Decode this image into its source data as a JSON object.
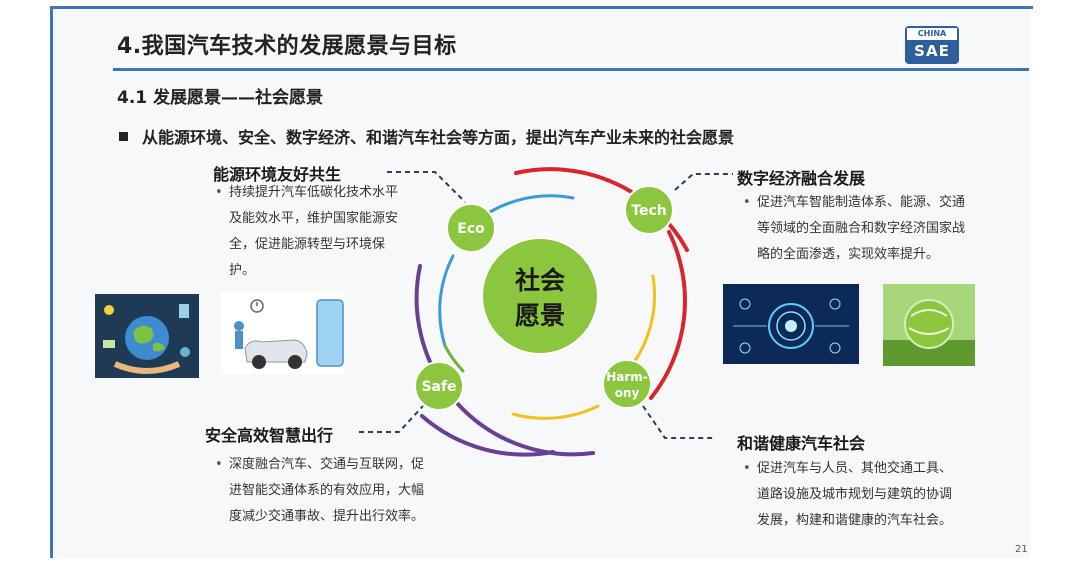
{
  "slide": {
    "title": "4.我国汽车技术的发展愿景与目标",
    "subtitle": "4.1 发展愿景——社会愿景",
    "main_bullet": "从能源环境、安全、数字经济、和谐汽车社会等方面，提出汽车产业未来的社会愿景",
    "page_number": "21"
  },
  "logo": {
    "top_text": "CHINA",
    "bottom_text": "SAE"
  },
  "center": {
    "line1": "社会",
    "line2": "愿景"
  },
  "nodes": {
    "eco": "Eco",
    "tech": "Tech",
    "safe": "Safe",
    "harmony_line1": "Harm-",
    "harmony_line2": "ony"
  },
  "sections": {
    "energy": {
      "title": "能源环境友好共生",
      "lines": [
        "持续提升汽车低碳化技术水平",
        "及能效水平，维护国家能源安",
        "全，促进能源转型与环境保",
        "护。"
      ]
    },
    "digital": {
      "title": "数字经济融合发展",
      "lines": [
        "促进汽车智能制造体系、能源、交通",
        "等领域的全面融合和数字经济国家战",
        "略的全面渗透，实现效率提升。"
      ]
    },
    "safety": {
      "title": "安全高效智慧出行",
      "lines": [
        "深度融合汽车、交通与互联网，促",
        "进智能交通体系的有效应用，大幅",
        "度减少交通事故、提升出行效率。"
      ]
    },
    "harmony": {
      "title": "和谐健康汽车社会",
      "lines": [
        "促进汽车与人员、其他交通工具、",
        "道路设施及城市规划与建筑的协调",
        "发展，构建和谐健康的汽车社会。"
      ]
    }
  },
  "colors": {
    "accent_blue": "#3f74b8",
    "node_green": "#8cc63f",
    "arc_red": "#d9262c",
    "arc_blue": "#3b9bd8",
    "arc_purple": "#6a3f98",
    "arc_yellow": "#f1c21b",
    "arc_green": "#6bb33a"
  }
}
